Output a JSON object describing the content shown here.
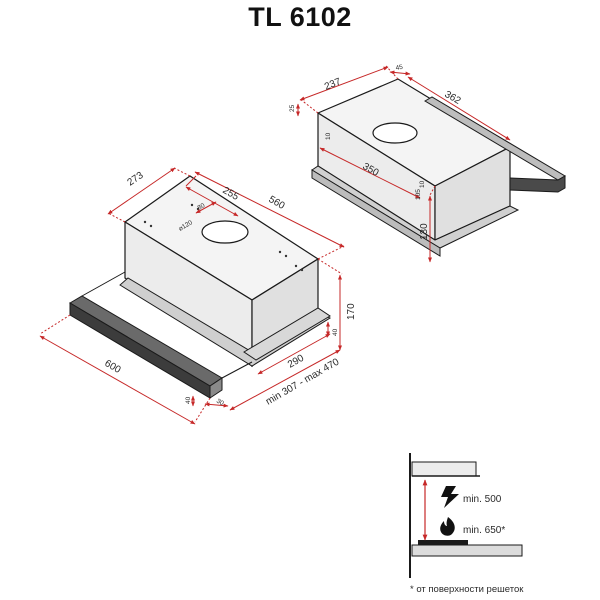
{
  "title": "TL 6102",
  "front_view": {
    "depth_273": "273",
    "cutout_255": "255",
    "length_560": "560",
    "cutout_80": "80",
    "duct": "⌀120",
    "height_170": "170",
    "width_600": "600",
    "panel_40": "40",
    "front_30": "30",
    "slide_40": "40",
    "slide_290": "290",
    "slide_range": "min 307 - max 470"
  },
  "top_view": {
    "depth_237": "237",
    "front_45": "45",
    "length_362": "362",
    "side_25": "25",
    "side_10": "10",
    "length_350": "350",
    "side_10b": "10",
    "offset_105": "105",
    "height_130": "130"
  },
  "installation": {
    "electric": "min. 500",
    "gas": "min. 650*",
    "footnote": "* от поверхности решеток"
  },
  "colors": {
    "dim_line": "#c62828",
    "body": "#ececec",
    "outline": "#1a1a1a",
    "panel": "#4a4a4a"
  }
}
